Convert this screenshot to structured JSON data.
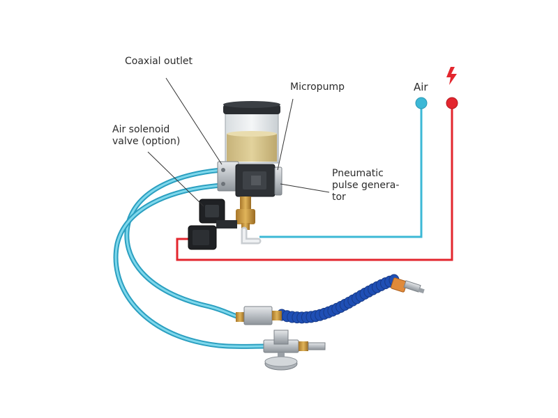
{
  "labels": {
    "coaxial_outlet": "Coaxial outlet",
    "micropump": "Micropump",
    "air_solenoid_line1": "Air solenoid",
    "air_solenoid_line2": "valve (option)",
    "pneumatic_line1": "Pneumatic",
    "pneumatic_line2": "pulse genera-",
    "pneumatic_line3": "tor",
    "air": "Air"
  },
  "icons": {
    "electric": "lightning-bolt-icon"
  },
  "colors": {
    "air_line": "#3cb8d6",
    "electric_line": "#e3262e",
    "oil": "#d9c88f",
    "hose_blue": "#1f4fb5",
    "label_text": "#2b2b2b"
  }
}
